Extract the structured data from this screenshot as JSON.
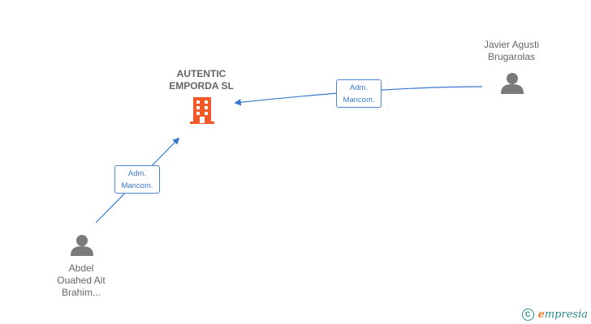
{
  "company": {
    "name": "AUTENTIC\nEMPORDA  SL",
    "icon": "building-icon",
    "color": "#f05a28"
  },
  "persons": [
    {
      "id": "javier",
      "name": "Javier Agusti\nBrugarolas",
      "icon": "person-icon"
    },
    {
      "id": "abdel",
      "name": "Abdel\nOuahed Ait\nBrahim...",
      "icon": "person-icon"
    }
  ],
  "relations": [
    {
      "from": "javier",
      "to": "company",
      "label_line1": "Adm.",
      "label_line2": "Mancom."
    },
    {
      "from": "abdel",
      "to": "company",
      "label_line1": "Adm.",
      "label_line2": "Mancom."
    }
  ],
  "colors": {
    "edge": "#3a78d0",
    "person": "#7a7a7a",
    "label_text": "#666666"
  },
  "brand": {
    "copyright_symbol": "C",
    "name_initial": "e",
    "name_rest": "mpresia"
  }
}
